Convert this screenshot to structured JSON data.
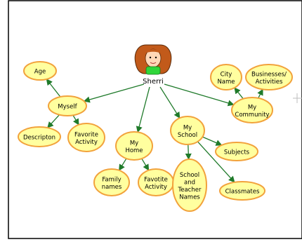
{
  "colors": {
    "node_fill": "#ffff9f",
    "node_border": "#f2a23c",
    "edge": "#1f7a2a",
    "frame": "#000000",
    "background": "#ffffff"
  },
  "center": {
    "id": "sherri",
    "label": "Sherri",
    "icon": "girl-avatar-icon"
  },
  "nodes": [
    {
      "id": "age",
      "lines": [
        "Age"
      ]
    },
    {
      "id": "myself",
      "lines": [
        "Myself"
      ]
    },
    {
      "id": "description",
      "lines": [
        "Descripton"
      ]
    },
    {
      "id": "favorite-activity",
      "lines": [
        "Favorite",
        "Activity"
      ]
    },
    {
      "id": "my-home",
      "lines": [
        "My",
        "Home"
      ]
    },
    {
      "id": "family-names",
      "lines": [
        "Family",
        "names"
      ]
    },
    {
      "id": "favotite-activity",
      "lines": [
        "Favotite",
        "Activity"
      ]
    },
    {
      "id": "my-school",
      "lines": [
        "My",
        "School"
      ]
    },
    {
      "id": "school-teacher-names",
      "lines": [
        "School",
        "and",
        "Teacher",
        "Names"
      ]
    },
    {
      "id": "subjects",
      "lines": [
        "Subjects"
      ]
    },
    {
      "id": "classmates",
      "lines": [
        "Classmates"
      ]
    },
    {
      "id": "my-community",
      "lines": [
        "My",
        "Community"
      ]
    },
    {
      "id": "city-name",
      "lines": [
        "City",
        "Name"
      ]
    },
    {
      "id": "businesses-activities",
      "lines": [
        "Businesses/",
        "Activities"
      ]
    }
  ],
  "edges": [
    {
      "from": "sherri",
      "to": "myself"
    },
    {
      "from": "sherri",
      "to": "my-home"
    },
    {
      "from": "sherri",
      "to": "my-school"
    },
    {
      "from": "sherri",
      "to": "my-community"
    },
    {
      "from": "myself",
      "to": "age"
    },
    {
      "from": "myself",
      "to": "description"
    },
    {
      "from": "myself",
      "to": "favorite-activity"
    },
    {
      "from": "my-home",
      "to": "family-names"
    },
    {
      "from": "my-home",
      "to": "favotite-activity"
    },
    {
      "from": "my-school",
      "to": "school-teacher-names"
    },
    {
      "from": "my-school",
      "to": "subjects"
    },
    {
      "from": "my-school",
      "to": "classmates"
    },
    {
      "from": "my-community",
      "to": "city-name"
    },
    {
      "from": "my-community",
      "to": "businesses-activities"
    }
  ]
}
